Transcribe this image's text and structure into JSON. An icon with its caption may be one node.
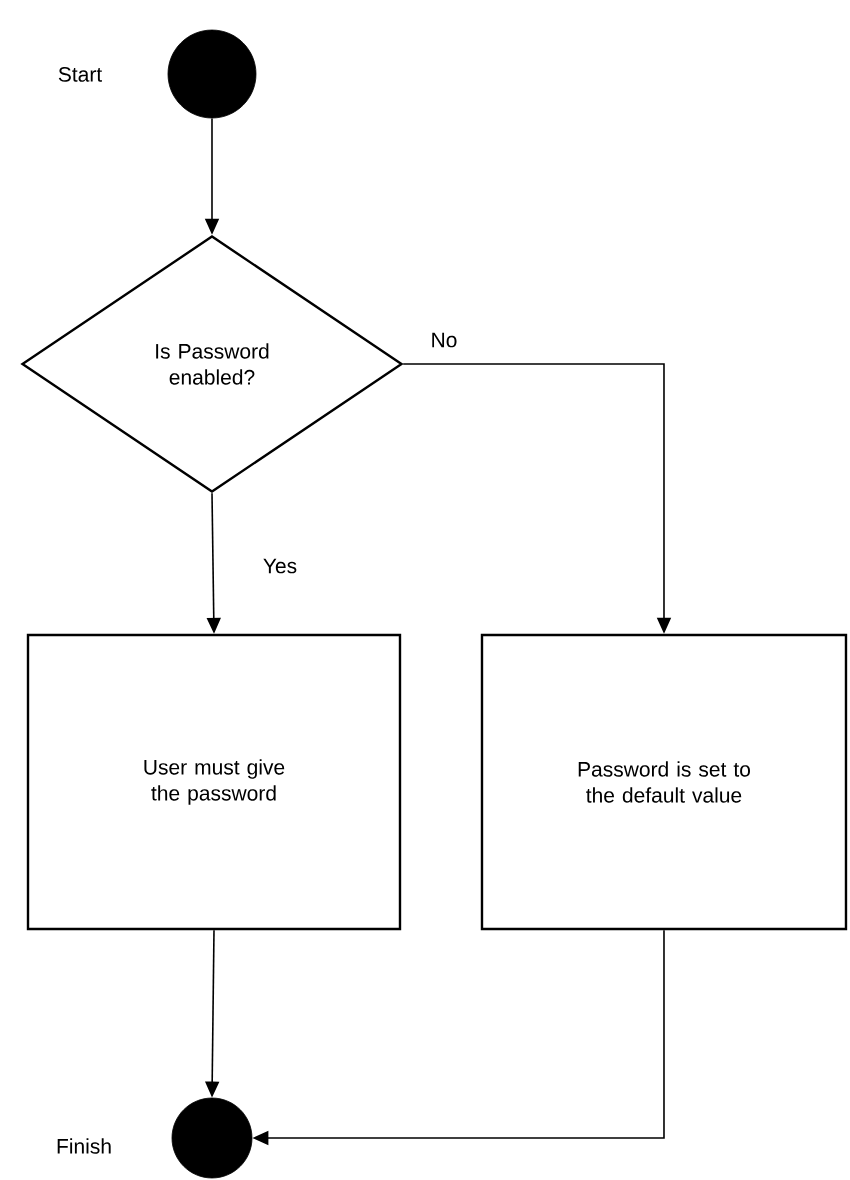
{
  "diagram": {
    "nodes": [
      {
        "text": [],
        "shape": "circle",
        "beside": [
          "Start"
        ]
      },
      {
        "text": [
          "Is Password enabled?"
        ]
      },
      {
        "text": [
          "User must give the password"
        ]
      },
      {
        "text": [
          "Password is set to the default value"
        ]
      },
      {
        "text": [],
        "shape": "circle",
        "beside": [
          "Finish"
        ]
      }
    ],
    "edges": [
      {
        "from": 0,
        "to": 1,
        "arrow": "to"
      },
      {
        "from": 1,
        "to": 2,
        "arrow": "to",
        "label": "Yes"
      },
      {
        "from": 1,
        "to": 3,
        "arrow": "to",
        "label": "No"
      },
      {
        "from": 2,
        "to": 4,
        "arrow": "to"
      },
      {
        "from": 3,
        "to": 4,
        "arrow": "to"
      }
    ]
  }
}
